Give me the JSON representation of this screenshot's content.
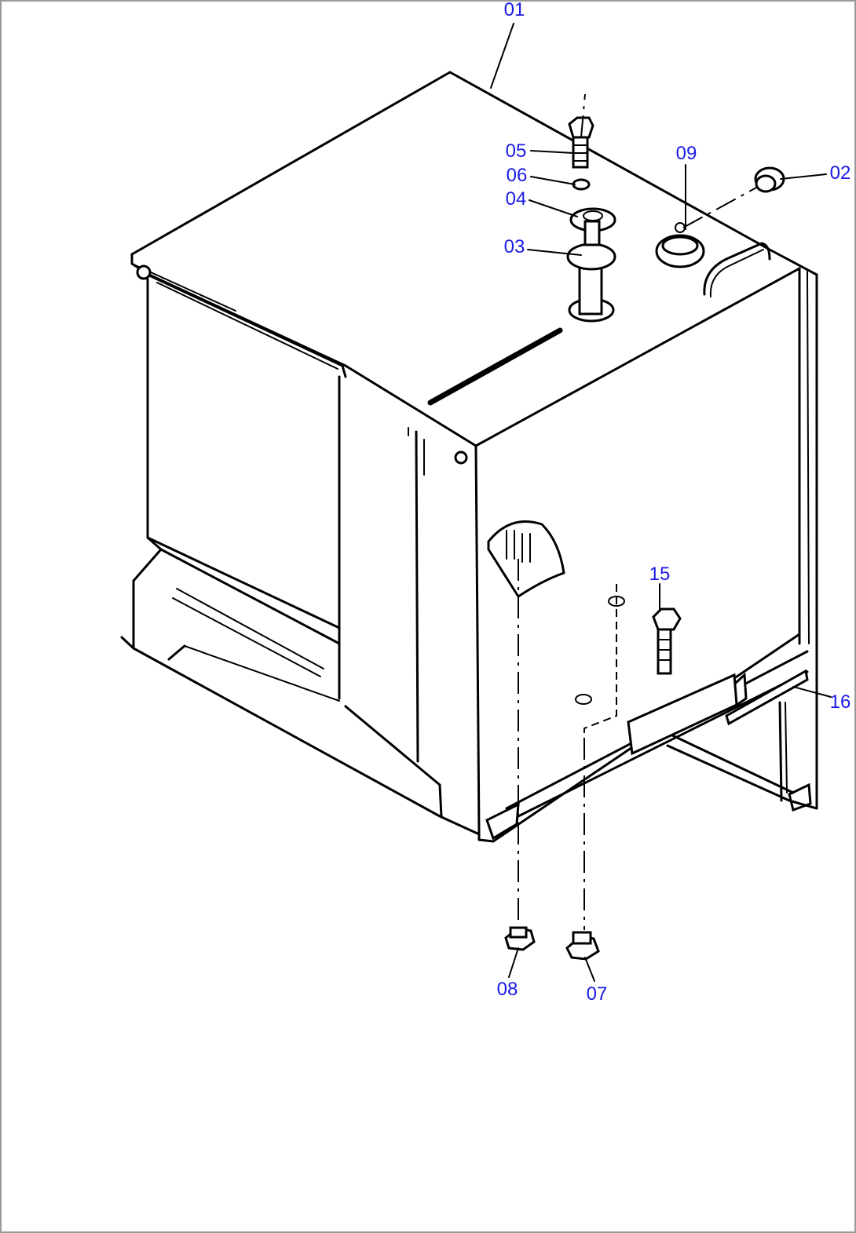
{
  "callouts": [
    {
      "id": "c01",
      "label": "01"
    },
    {
      "id": "c02",
      "label": "02"
    },
    {
      "id": "c03",
      "label": "03"
    },
    {
      "id": "c04",
      "label": "04"
    },
    {
      "id": "c05",
      "label": "05"
    },
    {
      "id": "c06",
      "label": "06"
    },
    {
      "id": "c07",
      "label": "07"
    },
    {
      "id": "c08",
      "label": "08"
    },
    {
      "id": "c09",
      "label": "09"
    },
    {
      "id": "c15",
      "label": "15"
    },
    {
      "id": "c16",
      "label": "16"
    }
  ],
  "colors": {
    "callout": "#1a1ae6",
    "line": "#000000",
    "frame": "#9a9a9a"
  }
}
